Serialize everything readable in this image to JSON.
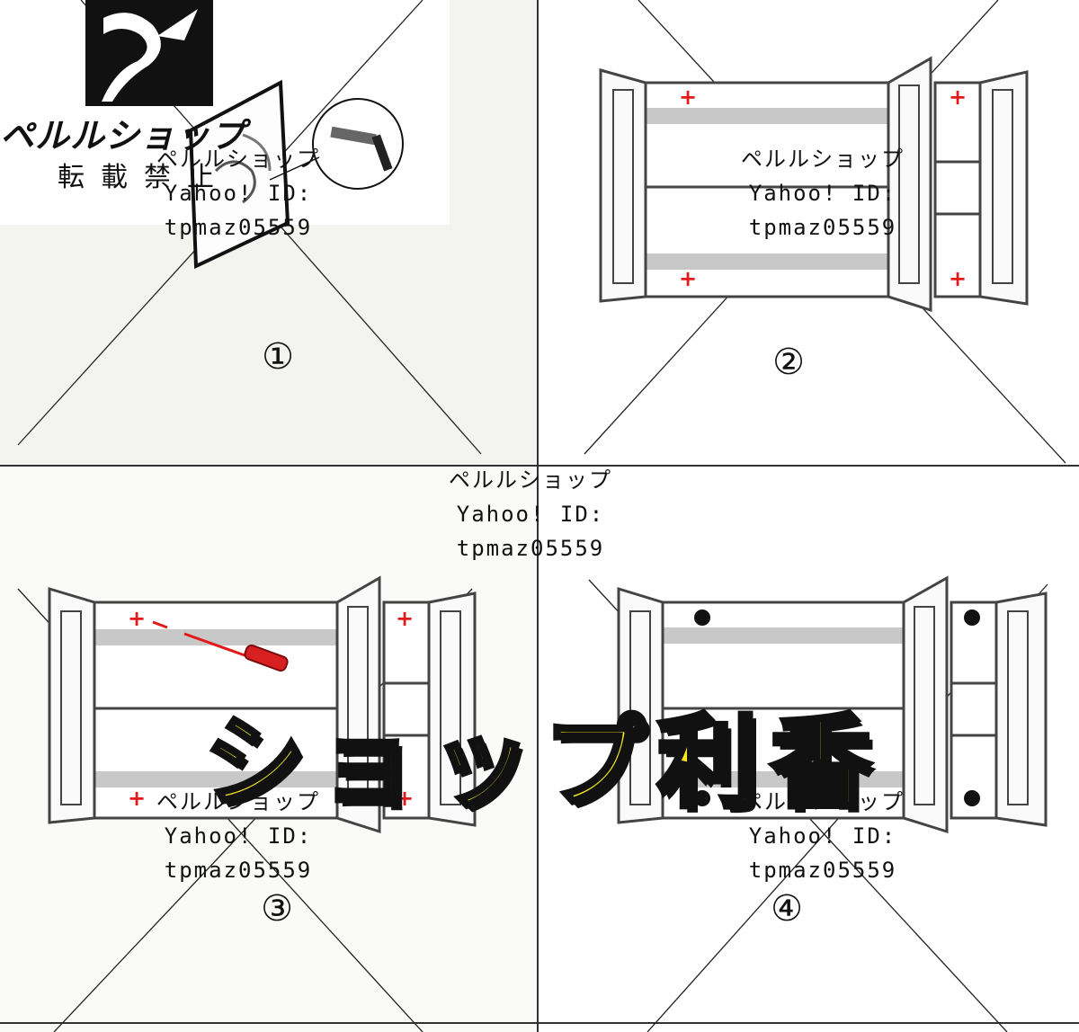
{
  "logo": {
    "name": "ペルルショップ",
    "subtitle": "転載禁止"
  },
  "watermarks": [
    {
      "shop": "ペルルショップ",
      "yahoo": "Yahoo! ID:",
      "id": "tpmaz05559"
    },
    {
      "shop": "ペルルショップ",
      "yahoo": "Yahoo! ID:",
      "id": "tpmaz05559"
    },
    {
      "shop": "ペルルショップ",
      "yahoo": "Yahoo! ID:",
      "id": "tpmaz05559"
    },
    {
      "shop": "ペルルショップ",
      "yahoo": "Yahoo! ID:",
      "id": "tpmaz05559"
    },
    {
      "shop": "ペルルショップ",
      "yahoo": "Yahoo! ID:",
      "id": "tpmaz05559"
    }
  ],
  "steps": [
    "①",
    "②",
    "③",
    "④"
  ],
  "brand_banner": "ショップ利香",
  "colors": {
    "marker_red": "#e11b1b",
    "shelf_gray": "#c8c8c8",
    "banner_yellow": "#f5e61e"
  }
}
